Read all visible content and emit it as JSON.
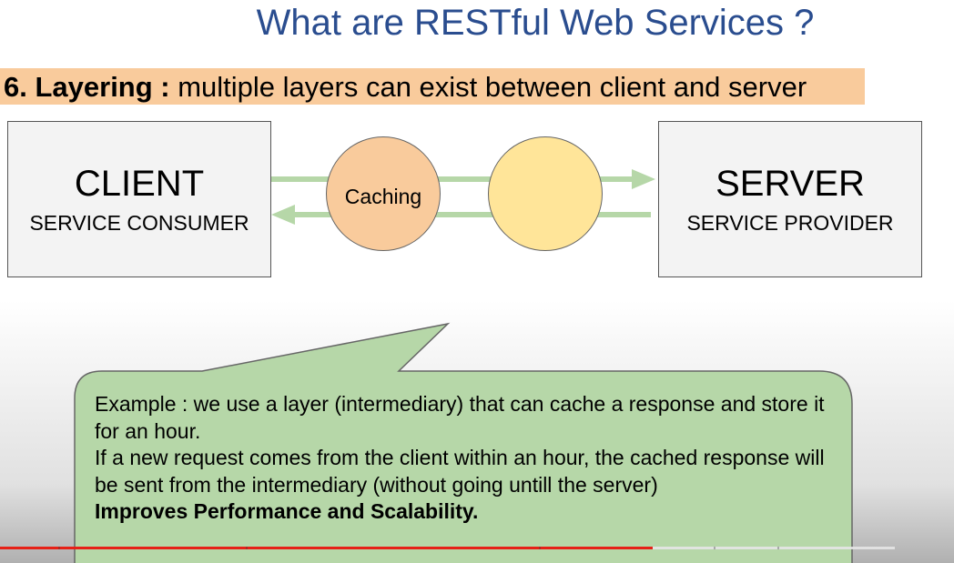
{
  "slide": {
    "title": "What are RESTful Web Services ?",
    "banner": {
      "number_heading": "6. Layering :",
      "text": " multiple layers can exist between client and server"
    },
    "client": {
      "title": "CLIENT",
      "subtitle": "SERVICE CONSUMER"
    },
    "server": {
      "title": "SERVER",
      "subtitle": "SERVICE PROVIDER"
    },
    "layer_circles": [
      {
        "label": "Caching"
      },
      {
        "label": ""
      }
    ],
    "callout": {
      "lines": [
        "Example : we use a layer (intermediary) that can cache a response and store it for an hour.",
        "If a new request comes from the client within an hour, the cached response will be sent from the intermediary (without going untill the server)"
      ],
      "emphasis": "Improves Performance and Scalability."
    },
    "colors": {
      "title": "#2a4d8f",
      "banner": "#f9cb9c",
      "box": "#f3f3f3",
      "caching_circle": "#f9cb9c",
      "second_circle": "#ffe599",
      "arrows": "#b6d7a8",
      "callout_fill": "#b6d7a8"
    }
  },
  "video_player": {
    "progress_fraction": 0.684
  }
}
